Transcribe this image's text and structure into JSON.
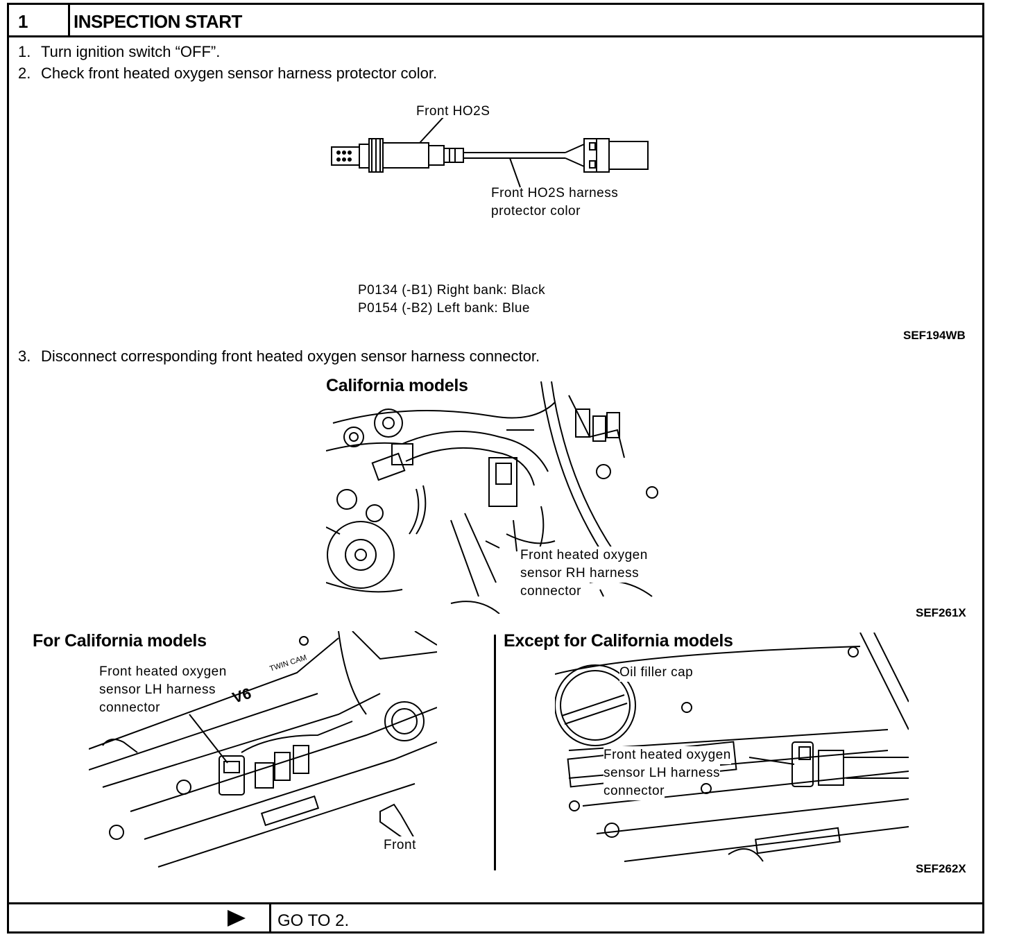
{
  "header": {
    "step_number": "1",
    "title": "INSPECTION START"
  },
  "steps": [
    {
      "num": "1.",
      "text": "Turn ignition switch “OFF”."
    },
    {
      "num": "2.",
      "text": "Check front heated oxygen sensor harness protector color."
    },
    {
      "num": "3.",
      "text": "Disconnect corresponding front heated oxygen sensor harness connector."
    }
  ],
  "figure1": {
    "label_sensor": "Front HO2S",
    "label_protector_1": "Front HO2S harness",
    "label_protector_2": "protector color",
    "legend": [
      "P0134 (-B1) Right bank: Black",
      "P0154 (-B2) Left bank: Blue"
    ],
    "code": "SEF194WB"
  },
  "figure2": {
    "title": "California models",
    "label_1": "Front heated oxygen",
    "label_2": "sensor RH harness",
    "label_3": "connector",
    "code": "SEF261X"
  },
  "figure3": {
    "left_title": "For California models",
    "left_label_1": "Front heated oxygen",
    "left_label_2": "sensor LH harness",
    "left_label_3": "connector",
    "engine_text_1": "TWIN CAM",
    "engine_text_2": "V6",
    "front_label": "Front",
    "right_title": "Except for California models",
    "oil_cap_label": "Oil filler cap",
    "right_label_1": "Front heated oxygen",
    "right_label_2": "sensor LH harness",
    "right_label_3": "connector",
    "code": "SEF262X"
  },
  "footer": {
    "arrow_icon": "play-arrow-icon",
    "action": "GO TO 2."
  }
}
